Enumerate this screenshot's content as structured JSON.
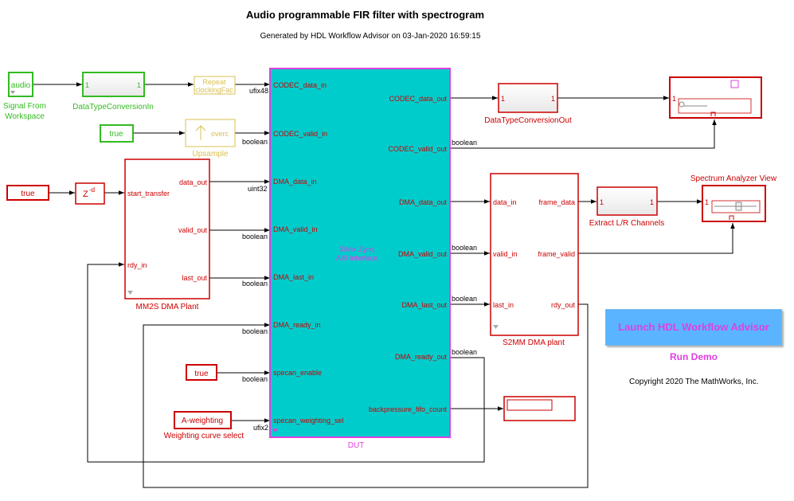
{
  "header": {
    "title": "Audio programmable FIR filter with spectrogram",
    "subtitle": "Generated by HDL Workflow Advisor on 03-Jan-2020 16:59:15"
  },
  "colors": {
    "green": "#33bb22",
    "red": "#cc0000",
    "yellow": "#d8c050",
    "magenta": "#e040e0",
    "cyan": "#00cccc",
    "button_blue": "#5ab4ff"
  },
  "blocks": {
    "audio_source": {
      "text": "audio",
      "label_line1": "Signal From",
      "label_line2": "Workspace"
    },
    "dtc_in": {
      "in": "1",
      "out": "1",
      "label": "DataTypeConversionIn"
    },
    "repeat": {
      "line1": "Repeat",
      "line2": "clockingFac"
    },
    "true_upsample": {
      "text": "true"
    },
    "upsample": {
      "text": "overc",
      "label": "Upsample"
    },
    "true_start": {
      "text": "true"
    },
    "delay": {
      "text": "Z",
      "sup": "-d"
    },
    "mm2s": {
      "label": "MM2S DMA Plant",
      "ports_in": [
        "start_transfer",
        "rdy_in"
      ],
      "ports_out": [
        "data_out",
        "valid_out",
        "last_out"
      ]
    },
    "dut": {
      "label": "DUT",
      "center_line1": "Xilinx Zynq",
      "center_line2": "AXI Interface",
      "ports_in": [
        "CODEC_data_in",
        "CODEC_valid_in",
        "DMA_data_in",
        "DMA_valid_in",
        "DMA_last_in",
        "DMA_ready_in",
        "specan_enable",
        "specan_weighting_sel"
      ],
      "ports_out": [
        "CODEC_data_out",
        "CODEC_valid_out",
        "DMA_data_out",
        "DMA_valid_out",
        "DMA_last_out",
        "DMA_ready_out",
        "backpressure_fifo_count"
      ]
    },
    "true_specan": {
      "text": "true"
    },
    "weighting": {
      "text": "A-weighting",
      "label": "Weighting curve select"
    },
    "dtc_out": {
      "in": "1",
      "out": "1",
      "label": "DataTypeConversionOut"
    },
    "audio_sink": {
      "port": "1"
    },
    "s2mm": {
      "label": "S2MM DMA plant",
      "ports_in": [
        "data_in",
        "valid_in",
        "last_in"
      ],
      "ports_out": [
        "frame_data",
        "frame_valid",
        "rdy_out"
      ]
    },
    "extract": {
      "in": "1",
      "out": "1",
      "label": "Extract L/R Channels"
    },
    "spectrum": {
      "port": "1",
      "label": "Spectrum Analyzer View"
    }
  },
  "signals": {
    "ufix48": "ufix48",
    "boolean": "boolean",
    "uint32": "uint32",
    "ufix2": "ufix2"
  },
  "actions": {
    "launch_label": "Launch HDL Workflow Advisor",
    "run_demo": "Run Demo"
  },
  "footer": {
    "copyright": "Copyright 2020 The MathWorks, Inc."
  }
}
